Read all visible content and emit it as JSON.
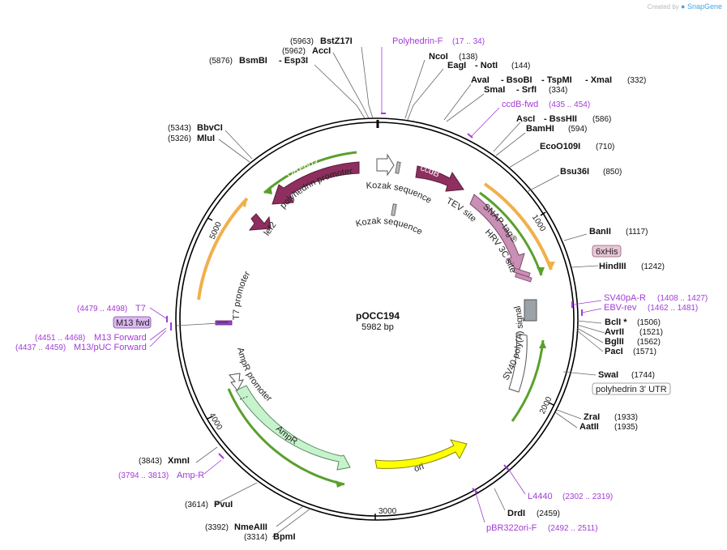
{
  "header": {
    "credit_prefix": "Created by",
    "credit_brand": "SnapGene"
  },
  "plasmid": {
    "name": "pOCC194",
    "length": "5982 bp"
  },
  "ticks": [
    "1000",
    "2000",
    "3000",
    "4000",
    "5000"
  ],
  "sites": {
    "bstz17i": {
      "pos": "(5963)",
      "name": "BstZ17I"
    },
    "acci": {
      "pos": "(5962)",
      "name": "AccI"
    },
    "bsmbi": {
      "pos": "(5876)",
      "name": "BsmBI",
      "extra": "- Esp3I"
    },
    "ncoi": {
      "name": "NcoI",
      "pos": "(138)"
    },
    "eagi": {
      "name": "EagI",
      "extra": "- NotI",
      "pos": "(144)"
    },
    "avai": {
      "name": "AvaI",
      "extra1": "- BsoBI",
      "extra2": "- TspMI",
      "extra3": "- XmaI",
      "pos": "(332)"
    },
    "smai": {
      "name": "SmaI",
      "extra": "- SrfI",
      "pos": "(334)"
    },
    "asci": {
      "name": "AscI",
      "extra": "- BssHII",
      "pos": "(586)"
    },
    "bamhi": {
      "name": "BamHI",
      "pos": "(594)"
    },
    "eco0109i": {
      "name": "EcoO109I",
      "pos": "(710)"
    },
    "bsu36i": {
      "name": "Bsu36I",
      "pos": "(850)"
    },
    "banii": {
      "name": "BanII",
      "pos": "(1117)"
    },
    "hindiii": {
      "name": "HindIII",
      "pos": "(1242)"
    },
    "bcli": {
      "name": "BclI *",
      "pos": "(1506)"
    },
    "avrii": {
      "name": "AvrII",
      "pos": "(1521)"
    },
    "bglii": {
      "name": "BglII",
      "pos": "(1562)"
    },
    "paci": {
      "name": "PacI",
      "pos": "(1571)"
    },
    "swai": {
      "name": "SwaI",
      "pos": "(1744)"
    },
    "zrai": {
      "name": "ZraI",
      "pos": "(1933)"
    },
    "aatii": {
      "name": "AatII",
      "pos": "(1935)"
    },
    "drdi": {
      "name": "DrdI",
      "pos": "(2459)"
    },
    "bbvci": {
      "pos": "(5343)",
      "name": "BbvCI"
    },
    "mlui": {
      "pos": "(5326)",
      "name": "MluI"
    },
    "xmni": {
      "pos": "(3843)",
      "name": "XmnI"
    },
    "pvui": {
      "pos": "(3614)",
      "name": "PvuI"
    },
    "nmeaiii": {
      "pos": "(3392)",
      "name": "NmeAIII"
    },
    "bpmi": {
      "pos": "(3314)",
      "name": "BpmI"
    }
  },
  "primers": {
    "polyhedrin_f": {
      "name": "Polyhedrin-F",
      "pos": "(17 .. 34)"
    },
    "ccdb_fwd": {
      "name": "ccdB-fwd",
      "pos": "(435 .. 454)"
    },
    "sv40pa_r": {
      "name": "SV40pA-R",
      "pos": "(1408 .. 1427)"
    },
    "ebv_rev": {
      "name": "EBV-rev",
      "pos": "(1462 .. 1481)"
    },
    "l4440": {
      "name": "L4440",
      "pos": "(2302 .. 2319)"
    },
    "pbr322ori_f": {
      "name": "pBR322ori-F",
      "pos": "(2492 .. 2511)"
    },
    "t7": {
      "pos": "(4479 .. 4498)",
      "name": "T7"
    },
    "m13_fwd": {
      "name": "M13 fwd"
    },
    "m13_forward": {
      "pos": "(4451 .. 4468)",
      "name": "M13 Forward"
    },
    "m13puc_forward": {
      "pos": "(4437 .. 4459)",
      "name": "M13/pUC Forward"
    },
    "amp_r": {
      "pos": "(3794 .. 3813)",
      "name": "Amp-R"
    }
  },
  "tags": {
    "his6": "6xHis",
    "polyhedrin_utr": "polyhedrin 3' UTR"
  },
  "features": {
    "orf603": "ORF603",
    "lef2": "lef2",
    "polyhedrin_promoter": "polyhedrin promoter",
    "kozak1": "Kozak sequence",
    "kozak2": "Kozak sequence",
    "ccdb": "ccdB",
    "tev_site": "TEV site",
    "snap_tag": "SNAP-tag®",
    "hrv_3c_site": "HRV 3C site",
    "sv40_polya": "SV40 poly(A) signal",
    "t7_promoter": "T7 promoter",
    "ampr_promoter": "AmpR promoter",
    "ampr": "AmpR",
    "ori": "ori"
  },
  "colors": {
    "backbone": "#000000",
    "primer": "#a23bd6",
    "orf": "#8e2f5f",
    "snap": "#c98fb4",
    "ampr": "#c6f3cc",
    "ori": "#ffff00",
    "terminator": "#9ca3a8",
    "orf_inner": "#5aa02c",
    "orange_orf": "#f0b04a"
  }
}
